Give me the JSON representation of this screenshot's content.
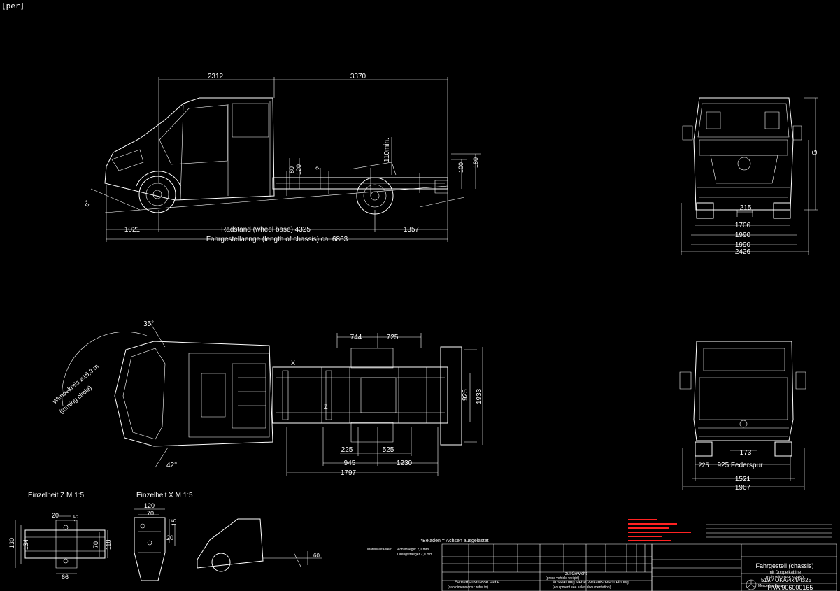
{
  "viewport_label": "[per]",
  "colors": {
    "background": "#000000",
    "lines": "#ffffff",
    "notes_red": "#ff2222"
  },
  "side_view": {
    "dim_front_to_axle": "2312",
    "dim_axle_to_rear": "3370",
    "front_overhang": "1021",
    "wheelbase": "Radstand (wheel base) 4325",
    "rear_overhang": "1357",
    "chassis_length": "Fahrgestellaenge (length of chassis) ca. 6863",
    "clearance": "110min.",
    "dim_80": "80",
    "dim_120": "120",
    "dim_2": "2",
    "dim_100": "100",
    "dim_180": "180",
    "approach_angle": "α°"
  },
  "front_view": {
    "w_215": "215",
    "w_1706": "1706",
    "w_1990a": "1990",
    "w_1990b": "1990",
    "w_2426": "2426",
    "h_g": "G"
  },
  "top_view": {
    "angle_top": "35°",
    "angle_bottom": "42°",
    "turning_circle_1": "Wendekreis ø15,3 m",
    "turning_circle_2": "(turning circle)",
    "d744": "744",
    "d725": "725",
    "d925": "925",
    "d1933": "1933",
    "d225": "225",
    "d525": "525",
    "d945": "945",
    "d1230": "1230",
    "d1797": "1797",
    "mark_x": "X",
    "mark_z": "Z"
  },
  "rear_view": {
    "r173": "173",
    "r225": "225",
    "federspur": "925 Federspur",
    "r1521": "1521",
    "r1967": "1967"
  },
  "details": {
    "detail_z": "Einzelheit Z  M 1:5",
    "detail_x": "Einzelheit X  M 1:5",
    "z_20": "20",
    "z_15": "15",
    "z_130": "130",
    "z_134": "134",
    "z_70": "70",
    "z_118": "118",
    "z_66": "66",
    "x_120": "120",
    "x_70": "70",
    "x_15": "15",
    "x_20": "20",
    "x_60": "60"
  },
  "title_block": {
    "achsen_note": "*Beladen = Achsen ausgelastet",
    "product_line1": "Fahrgestell (chassis)",
    "product_line2": "mit Doppelkabine",
    "product_line3": "(cab with rear seats)",
    "model_code": "519/4OKA/4x4/4325",
    "drawing_number": "HVA 906000165",
    "cab_dimensions": "Fahrerhausmasse siehe",
    "cab_dimensions_en": "(cab dimensions : refer to)",
    "brand": "Mercedes-Benz",
    "label_material": "Materialstaerke:",
    "label_axle_carrier": "Achstraeger 2,0 mm",
    "label_long_carrier": "Laengstraeger 2,0 mm",
    "label_zul": "zul.Gewicht",
    "label_gvw": "(gross vehicle weight)",
    "label_ausstattung": "Ausstattung siehe Verkaufsbeschreibung",
    "label_equip": "(equipment see sales documentation)"
  }
}
